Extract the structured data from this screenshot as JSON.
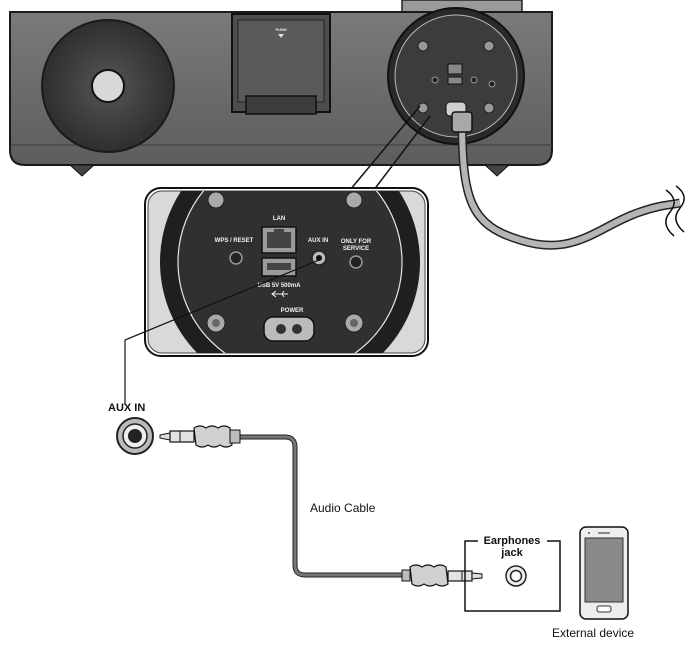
{
  "device_panel": {
    "push_label": "PUSH"
  },
  "zoom_panel": {
    "lan": "LAN",
    "wps_reset": "WPS / RESET",
    "aux_in": "AUX IN",
    "only_for": "ONLY FOR",
    "service": "SERVICE",
    "usb": "USB 5V 500mA",
    "power": "POWER"
  },
  "callouts": {
    "aux_in": "AUX IN",
    "audio_cable": "Audio Cable",
    "earphones_jack_line1": "Earphones",
    "earphones_jack_line2": "jack",
    "external_device": "External device"
  },
  "colors": {
    "device_body": "#6f6f6f",
    "device_top": "#8a8a8a",
    "panel_dark": "#3a3a3a",
    "cable": "#555555",
    "power_cable_fill": "#b5b5b5"
  }
}
